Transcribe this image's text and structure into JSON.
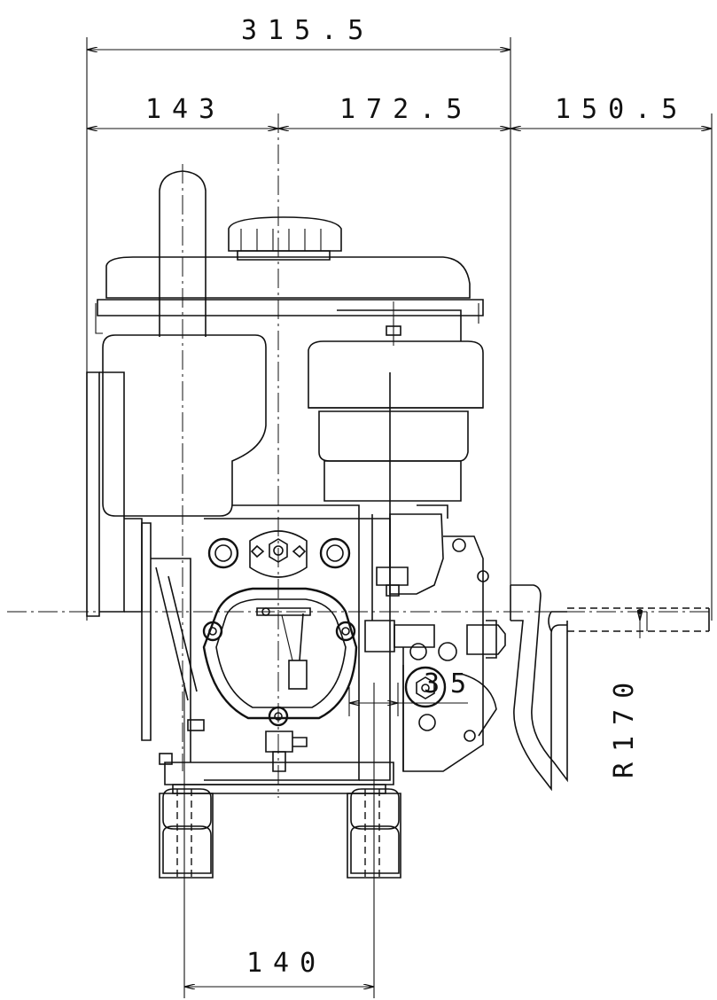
{
  "dimensions": {
    "overall_width": "315.5",
    "left_to_center": "143",
    "center_to_right": "172.5",
    "handle_offset": "150.5",
    "handle_radius": "R170",
    "mount_spacing": "140",
    "mount_offset": "35"
  }
}
